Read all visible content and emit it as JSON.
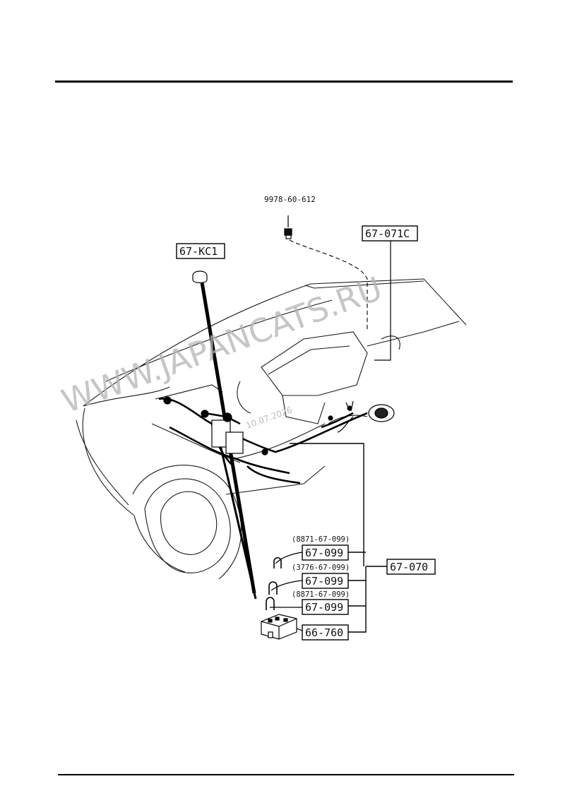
{
  "diagram": {
    "bolt_part": "9978-60-612",
    "parts": {
      "cap": "67-KC1",
      "ground_lead": "67-071C",
      "harness": "67-070",
      "clip_1": "67-099",
      "clip_2": "67-099",
      "clip_3": "67-099",
      "connector": "66-760"
    },
    "alt_numbers": {
      "clip_1": "(8871-67-099)",
      "clip_2": "(3776-67-099)",
      "clip_3": "(8871-67-099)"
    }
  },
  "watermark": {
    "text": "WWW.JAPANCATS.RU",
    "date": "10.07.2026"
  }
}
